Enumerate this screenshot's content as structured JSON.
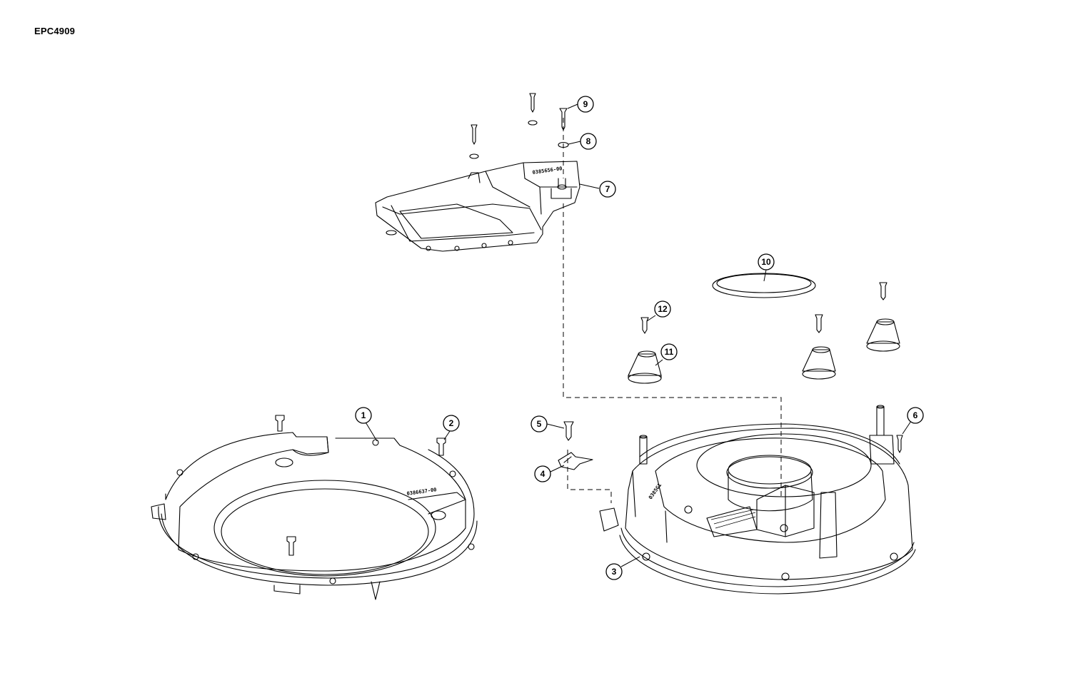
{
  "diagram_code": "EPC4909",
  "part_stamps": {
    "duct": "0385656-00",
    "ring": "0386637-00",
    "housing": "0385G1"
  },
  "callouts": [
    {
      "id": "c1",
      "label": "1"
    },
    {
      "id": "c2",
      "label": "2"
    },
    {
      "id": "c3",
      "label": "3"
    },
    {
      "id": "c4",
      "label": "4"
    },
    {
      "id": "c5",
      "label": "5"
    },
    {
      "id": "c6",
      "label": "6"
    },
    {
      "id": "c7",
      "label": "7"
    },
    {
      "id": "c8",
      "label": "8"
    },
    {
      "id": "c9",
      "label": "9"
    },
    {
      "id": "c10",
      "label": "10"
    },
    {
      "id": "c11",
      "label": "11"
    },
    {
      "id": "c12",
      "label": "12"
    }
  ]
}
